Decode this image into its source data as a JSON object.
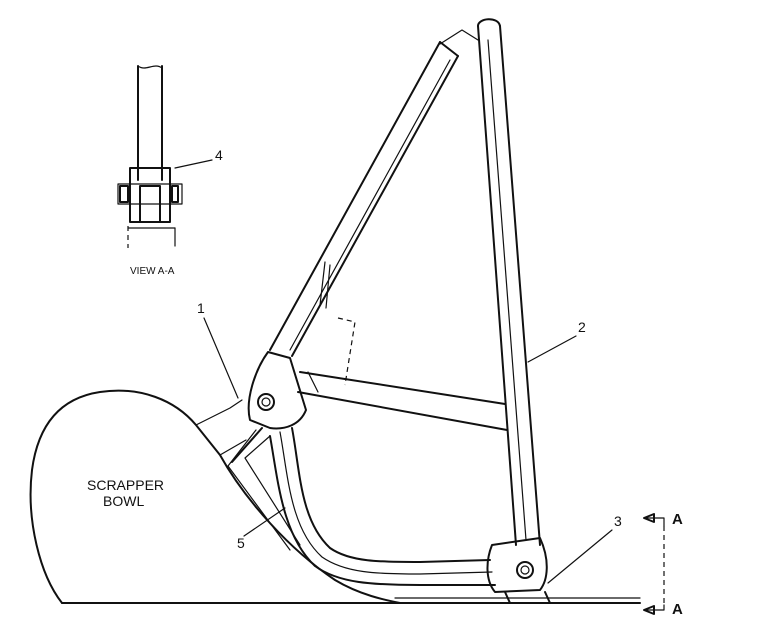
{
  "callouts": {
    "part1": "1",
    "part2": "2",
    "part3": "3",
    "part4": "4",
    "part5": "5"
  },
  "bowl_label": {
    "line1": "SCRAPPER",
    "line2": "BOWL"
  },
  "view_label": "VIEW  A-A",
  "section_marks": {
    "top": "A",
    "bottom": "A"
  }
}
